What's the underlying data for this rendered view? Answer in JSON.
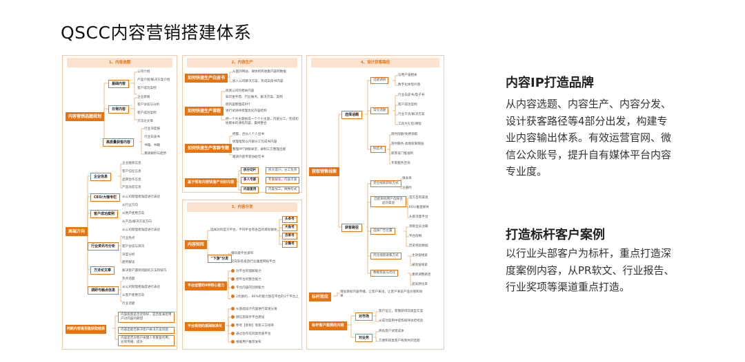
{
  "title": "QSCC内容营销搭建体系",
  "panel1": {
    "head": "1、内容选题",
    "roots": [
      "内容营销选题规划",
      "高端方向",
      "判断内容是否能获取结果"
    ],
    "branches": [
      "基础内容",
      "日常内容",
      "高质量获客内容",
      "企业信息",
      "CEO/大咖专栏",
      "客户成功案例",
      "行业资讯与分析",
      "方法论文章",
      "调研与触点信息"
    ],
    "leaves": [
      "公司介绍",
      "产品介绍/解决方案介绍",
      "客户成功案例",
      "企业新闻",
      "客户访谈与分析",
      "客户成功案例",
      "方法论文章",
      "行业深度报",
      "行业白皮书",
      "书籍、书籍",
      "重磅解析与趋势",
      "企业融资信息",
      "客户信任信息",
      "品牌合作信息",
      "产品动态信息",
      "从公司管理者角度进行表达",
      "从行业方向",
      "从用户使用方向",
      "从产品/解决方案方向",
      "从公司管理者角度进行表达",
      "行业热点",
      "客户访谈与资讯",
      "深度分析",
      "趋势解读",
      "解决客户遇到问题的方法和技巧",
      "热点话题",
      "从公司管理者角度进行表达",
      "从客户使用方向",
      "行业话题"
    ],
    "notes": [
      "内容能量是否足够好，是否能满足用户对内容的期望",
      "内容是能否解决客户解决方案问题",
      "内容是否对客户关键人有重复作用，达到传播、提升"
    ]
  },
  "panel2": {
    "head": "2、内容生产",
    "roots": [
      "如何快速生产白皮书",
      "如何快速生产课程",
      "如何快速生产客群专题",
      "基于现有内容快速产出好内容"
    ],
    "leaves": [
      "从国外网站、媒体机构收集内容和数据",
      "加入公司解决方案，形成白皮书内容",
      "找到公司的相关内容",
      "知识金字塔、行业痛点、解决方案、案例",
      "把内容整理成PPT",
      "进行试讲并梳理优化内容结构",
      "把一个大主题拆成一个个小主题，内部分工，完成初始版本的课程内容，最终整合",
      "把握、合伙人个人出书",
      "梳理框架以内部分工写成书内容",
      "整理PPT讲解录音，录制三方整理出版",
      "邀请外部专家协助写书"
    ],
    "tags": [
      "拆分切片",
      "多人专家",
      "内容复用"
    ],
    "tagnotes": [
      "拆大成小，分工负责",
      "专家解读，内容丰富",
      "内容加工，换种形式"
    ]
  },
  "panel3": {
    "head": "3、内容分发",
    "roots": [
      "内容矩阵",
      "平台运营的4种核心能力",
      "平台规划的基础标准化"
    ],
    "branches": [
      "\"下游\"分发"
    ],
    "leaves": [
      "选择对的官方平台，不同平台有各自的目标群体",
      "播码类平台发布",
      "流向知名投放行业垂直网站平台"
    ],
    "tags": [
      "头条号",
      "大鱼号",
      "百家号",
      "企鹅号"
    ],
    "abilities": [
      "对平台的理解能力",
      "把平台的整合能力",
      "平台内容的创新能力",
      "2优质的… 80%的能力放在平台的1个平台上"
    ],
    "plans": [
      "从基础设计内容进行渠道分发",
      "微信及知乎平台建设",
      "参考【新榜】等第三方榜单",
      "通过合作在同类优质平台",
      "根据用户推荐发布"
    ]
  },
  "panel4": {
    "head": "4、设计获客路径",
    "roots": [
      "获取销售线索",
      "标杆效应",
      "标杆客户案例的内容"
    ],
    "branches": [
      "选择话题",
      "获客路径",
      "对市场",
      "对业务"
    ],
    "sub": [
      "话题调研",
      "常见话题",
      "制造点",
      "定位线索获取方式",
      "匹配目标用户选择合适的渠道",
      "选择广告位置",
      "优化线索收集方式",
      "数据恢复与优化"
    ],
    "leaves": [
      "与用户强相关",
      "数字化体现价值",
      "行业白皮书/电子书",
      "客户成功案例",
      "行业干货/解决方案",
      "工具大礼包/课程",
      "限时限额/免费领取",
      "限时服务·高端权限赠送",
      "新客低门槛福利",
      "专家服务咨询",
      "填表单",
      "注册时",
      "官方自有渠道",
      "KOL/垂直媒体",
      "头部流量平台",
      "领取全员注册",
      "平台限制",
      "历史经验数据",
      "主动留线索",
      "被动留线索",
      "重新调整路径",
      "提高转化率"
    ],
    "benchmark": "增加目标内容传播、让客户来试，让客户来说产品价值和效果",
    "market": [
      "客户证言，客服获得同类型实案",
      "从成功案例中提炼规律总结经验"
    ],
    "business": [
      "降低客户试错成本",
      "方便和同类客户找到共同话题"
    ]
  },
  "side": {
    "h1": "内容IP打造品牌",
    "p1": "从内容选题、内容生产、内容分发、设计获客路径等4部分出发，构建专业内容输出体系。有效运营官网、微信公众账号，提升自有媒体平台内容专业度。",
    "h2": "打造标杆客户案例",
    "p2": "以行业头部客户为标杆，重点打造深度案例内容，从PR软文、行业报告、行业奖项等渠道重点打造。"
  }
}
